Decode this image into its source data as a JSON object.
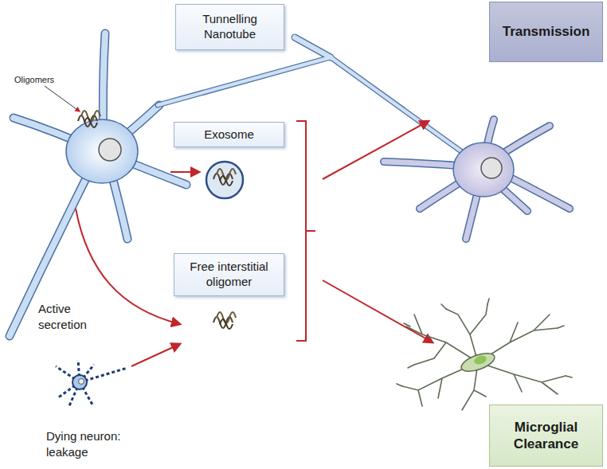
{
  "diagram": {
    "nodes": [
      {
        "text": [
          "Tunnelling Nanotube"
        ]
      },
      {
        "text": [
          "Exosome"
        ]
      },
      {
        "text": [
          "Free interstitial oligomer"
        ]
      },
      {
        "text": [
          "Transmission"
        ]
      },
      {
        "text": [
          "Microglial Clearance"
        ]
      }
    ],
    "labels": [
      "Oligomers",
      "Active secretion",
      "Dying neuron: leakage"
    ]
  }
}
